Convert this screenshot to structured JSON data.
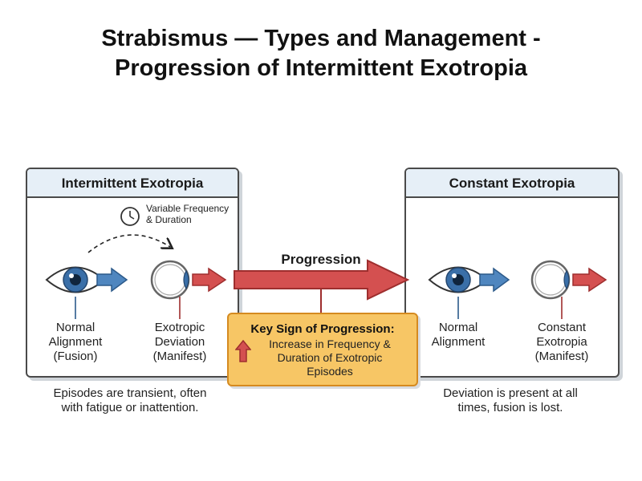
{
  "title_line1": "Strabismus — Types and Management -",
  "title_line2": "Progression of Intermittent Exotropia",
  "left_panel": {
    "header": "Intermittent Exotropia",
    "variable_line1": "Variable Frequency",
    "variable_line2": "& Duration",
    "eye1": [
      "Normal",
      "Alignment",
      "(Fusion)"
    ],
    "eye2": [
      "Exotropic",
      "Deviation",
      "(Manifest)"
    ],
    "caption": [
      "Episodes are transient, often",
      "with fatigue or inattention."
    ]
  },
  "right_panel": {
    "header": "Constant Exotropia",
    "eye1": [
      "Normal",
      "Alignment"
    ],
    "eye2": [
      "Constant",
      "Exotropia",
      "(Manifest)"
    ],
    "caption": [
      "Deviation is present at all",
      "times, fusion is lost."
    ]
  },
  "progression_label": "Progression",
  "key_sign": {
    "title": "Key Sign of Progression:",
    "body": [
      "Increase in Frequency &",
      "Duration of Exotropic",
      "Episodes"
    ]
  },
  "colors": {
    "iris_blue": "#3a6fa8",
    "arrow_blue": "#4f86bf",
    "arrow_red": "#d45050",
    "highlight_box": "#f7c665",
    "header_fill": "#e6eff7"
  },
  "icons": [
    "clock-icon",
    "eye-icon",
    "up-arrow-icon"
  ]
}
